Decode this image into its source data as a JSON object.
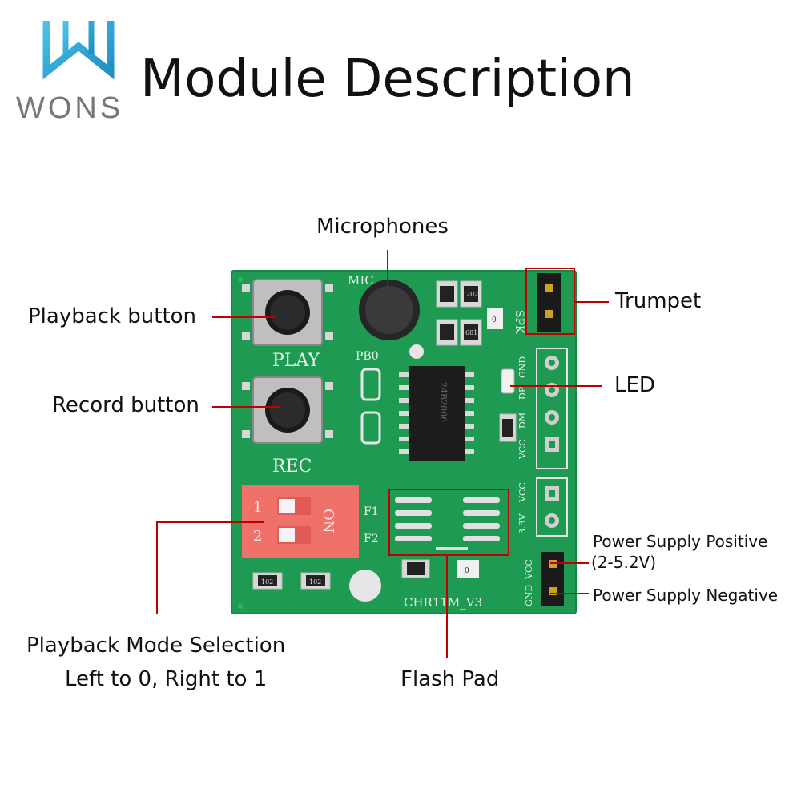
{
  "brand": {
    "name": "WONS",
    "logo_mark": "w-logo-icon",
    "colors": {
      "primary": "#2aa7d8",
      "secondary": "#6a6a6a"
    }
  },
  "title": "Module Description",
  "labels": {
    "microphones": "Microphones",
    "playback_button": "Playback button",
    "record_button": "Record button",
    "trumpet": "Trumpet",
    "led": "LED",
    "power_positive": "Power Supply Positive",
    "power_positive_range": "(2-5.2V)",
    "power_negative": "Power Supply Negative",
    "mode_selection_line1": "Playback Mode Selection",
    "mode_selection_line2": "Left to 0, Right to 1",
    "flash_pad": "Flash Pad"
  },
  "silkscreen": {
    "mic": "MIC",
    "play": "PLAY",
    "rec": "REC",
    "pb0": "PB0",
    "spk": "SPK",
    "gnd": "GND",
    "dp": "DP",
    "dm": "DM",
    "vcc": "VCC",
    "v33": "3.3V",
    "f1": "F1",
    "f2": "F2",
    "model": "CHR11M_V3",
    "dip_on": "ON",
    "dip_1": "1",
    "dip_2": "2",
    "res_102": "102",
    "res_202": "202",
    "res_681": "681",
    "zero": "0",
    "chip": "24B2006"
  },
  "colors": {
    "pcb": "#1e9a52",
    "callout_line": "#c00000",
    "dip_switch": "#f0706a"
  }
}
